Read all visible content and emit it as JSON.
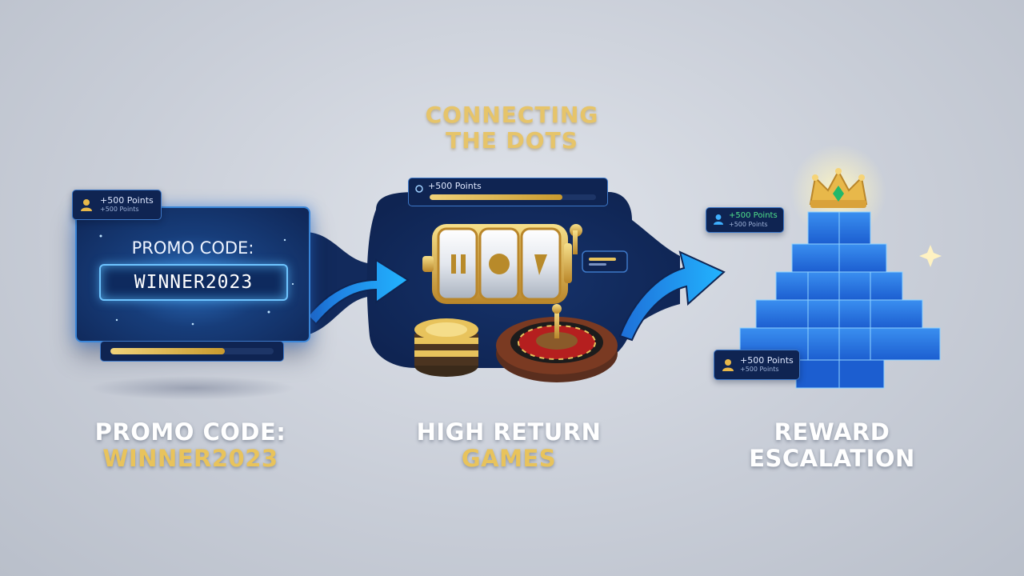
{
  "header": {
    "title_line1": "CONNECTING",
    "title_line2": "THE DOTS"
  },
  "promo": {
    "card_label": "PROMO CODE:",
    "code": "WINNER2023",
    "badge": {
      "points": "+500 Points",
      "sub": "+500 Points"
    },
    "progress": 0.7
  },
  "games": {
    "badge": {
      "points": "+500 Points"
    },
    "progress": 0.8
  },
  "rewards": {
    "badge_top": {
      "points": "+500 Points",
      "sub": "+500 Points"
    },
    "badge_bottom": {
      "points": "+500 Points",
      "sub": "+500 Points"
    }
  },
  "captions": {
    "promo": {
      "line1": "PROMO CODE:",
      "line2": "WINNER2023"
    },
    "games": {
      "line1": "HIGH RETURN",
      "line2": "GAMES"
    },
    "rewards": {
      "line1": "REWARD",
      "line2": "ESCALATION"
    }
  },
  "colors": {
    "accent_gold": "#e8c35c",
    "navy": "#0f2452",
    "glow_blue": "#3a86d8",
    "green_text": "#4fe08a"
  }
}
